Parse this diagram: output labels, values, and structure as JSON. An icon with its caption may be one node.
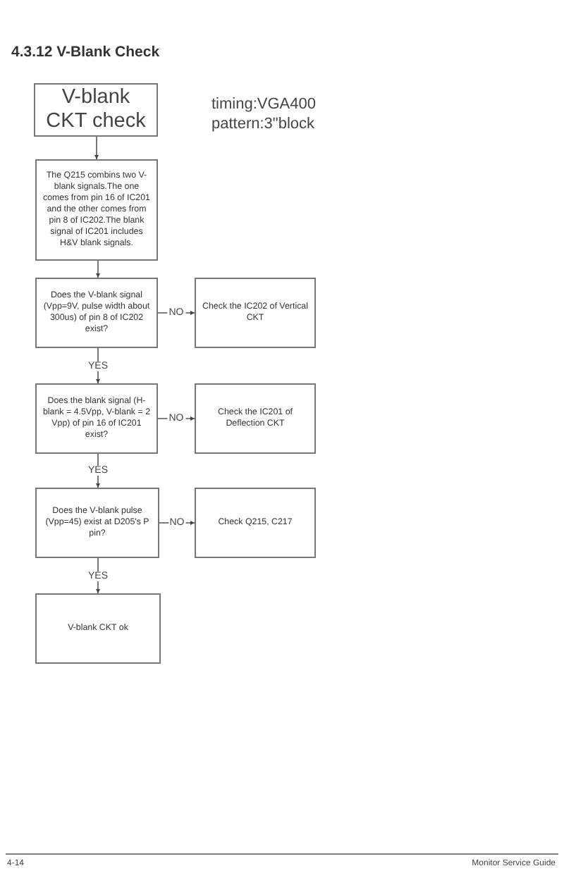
{
  "diagram": {
    "title": "4.3.12  V-Blank Check",
    "nodes": [
      {
        "text": [
          "V-blank CKT check"
        ]
      },
      {
        "text": [
          "The Q215 combins two V-blank signals.The one comes from pin 16 of IC201 and the other comes from pin 8 of IC202.The blank signal of IC201 includes H&V blank signals."
        ]
      },
      {
        "text": [
          "Does the V-blank signal (Vpp=9V, pulse width about 300us) of pin 8 of IC202 exist?"
        ]
      },
      {
        "text": [
          "Check the IC202 of Vertical CKT"
        ]
      },
      {
        "text": [
          "Does the blank signal (H-blank = 4.5Vpp, V-blank = 2 Vpp) of pin 16 of IC201 exist?"
        ]
      },
      {
        "text": [
          "Check the IC201 of Deflection CKT"
        ]
      },
      {
        "text": [
          "Does the V-blank pulse (Vpp=45) exist at D205's P pin?"
        ]
      },
      {
        "text": [
          "Check Q215, C217"
        ]
      },
      {
        "text": [
          "V-blank CKT ok"
        ]
      }
    ],
    "edges": [
      {
        "from": 0,
        "to": 1,
        "arrow": "to"
      },
      {
        "from": 1,
        "to": 2,
        "arrow": "to"
      },
      {
        "from": 2,
        "to": 3,
        "arrow": "to",
        "label": "NO"
      },
      {
        "from": 2,
        "to": 4,
        "arrow": "to",
        "label": "YES"
      },
      {
        "from": 4,
        "to": 5,
        "arrow": "to",
        "label": "NO"
      },
      {
        "from": 4,
        "to": 6,
        "arrow": "to",
        "label": "YES"
      },
      {
        "from": 6,
        "to": 7,
        "arrow": "to",
        "label": "NO"
      },
      {
        "from": 6,
        "to": 8,
        "arrow": "to",
        "label": "YES"
      }
    ],
    "labels": [
      "timing:VGA400 pattern:3\"block",
      "4-14",
      "Monitor Service Guide"
    ]
  }
}
